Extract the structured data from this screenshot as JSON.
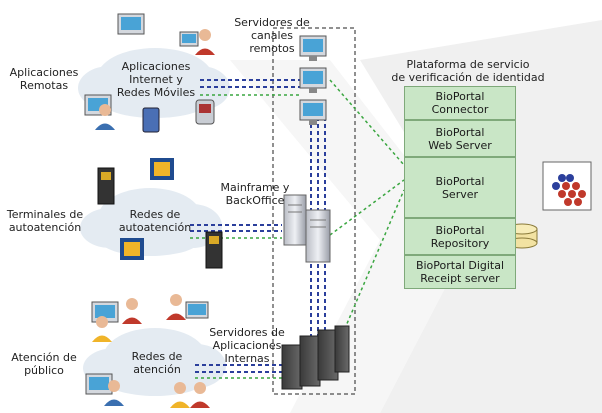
{
  "groups": {
    "remote": {
      "label_line1": "Aplicaciones",
      "label_line2": "Remotas",
      "cloud_line1": "Aplicaciones",
      "cloud_line2": "Internet y",
      "cloud_line3": "Redes Móviles"
    },
    "self_service": {
      "label_line1": "Terminales de",
      "label_line2": "autoatención",
      "cloud_line1": "Redes de",
      "cloud_line2": "autoatención"
    },
    "public": {
      "label_line1": "Atención de",
      "label_line2": "público",
      "cloud_line1": "Redes de",
      "cloud_line2": "atención"
    }
  },
  "servers": {
    "channels": {
      "line1": "Servidores de",
      "line2": "canales",
      "line3": "remotos"
    },
    "mainframe": {
      "line1": "Mainframe y",
      "line2": "BackOffice"
    },
    "internal": {
      "line1": "Servidores de",
      "line2": "Aplicaciones",
      "line3": "Internas"
    }
  },
  "platform": {
    "title_line1": "Plataforma de servicio",
    "title_line2": "de verificación de identidad",
    "components": [
      {
        "line1": "BioPortal",
        "line2": "Connector"
      },
      {
        "line1": "BioPortal",
        "line2": "Web Server"
      },
      {
        "line1": "BioPortal",
        "line2": "Server"
      },
      {
        "line1": "BioPortal",
        "line2": "Repository"
      },
      {
        "line1": "BioPortal Digital",
        "line2": "Receipt server"
      }
    ]
  },
  "colors": {
    "blue_link": "#2b3f9c",
    "green_link": "#3aa640",
    "box_fill": "#c9e6c6",
    "cloud": "#e4ebf2"
  }
}
